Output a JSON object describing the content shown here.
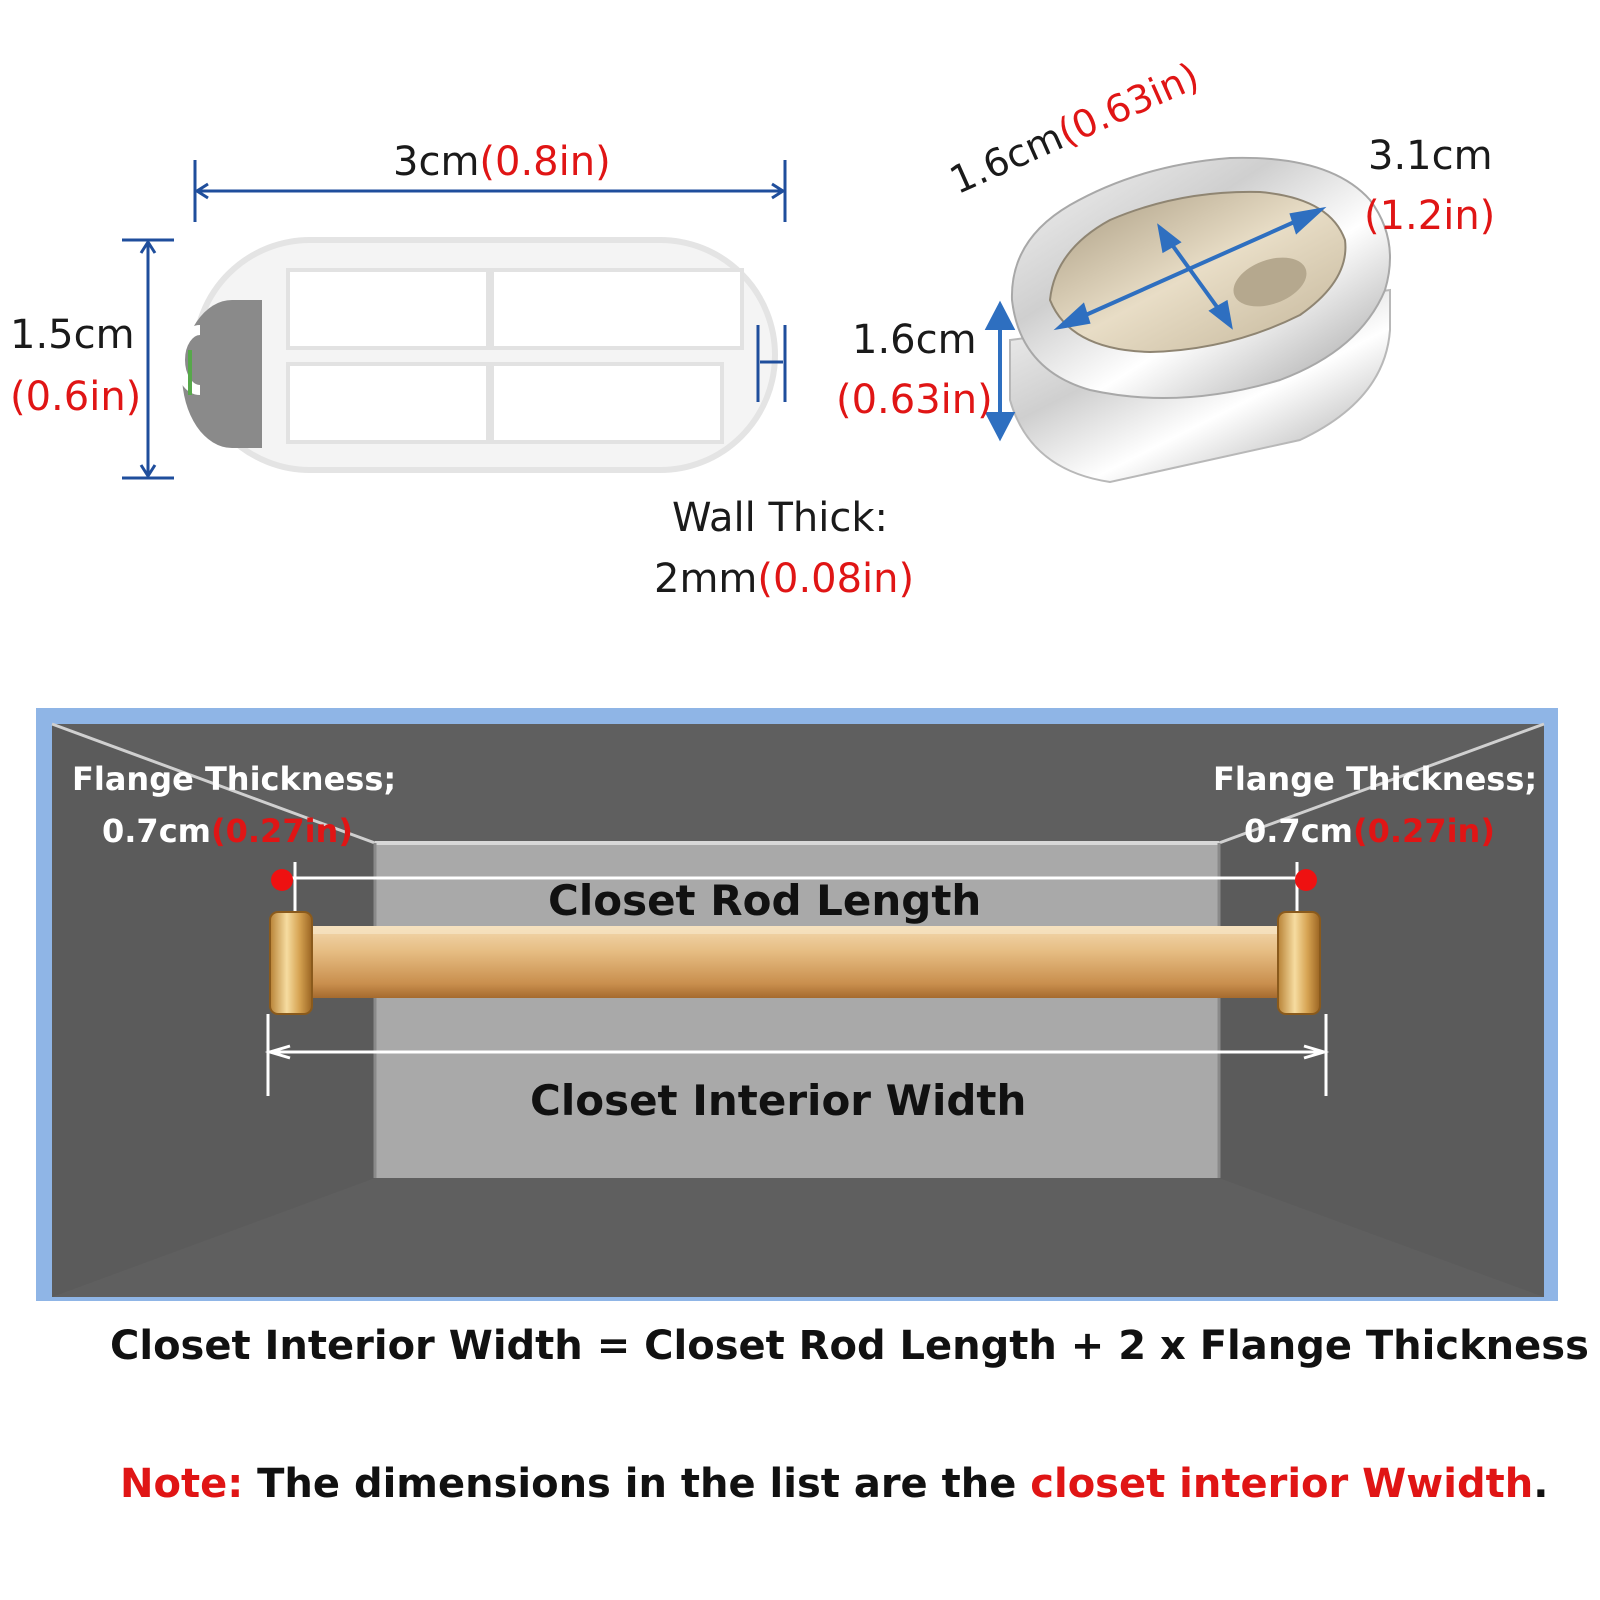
{
  "top_left": {
    "width": {
      "metric": "3cm",
      "imperial": "(0.8in)"
    },
    "height": {
      "metric": "1.5cm",
      "imperial": "(0.6in)"
    },
    "wall": {
      "label": "Wall Thick:",
      "metric": "2mm",
      "imperial": "(0.08in)"
    }
  },
  "top_right": {
    "diag": {
      "metric": "1.6cm",
      "imperial": "(0.63in)"
    },
    "length": {
      "metric": "3.1cm",
      "imperial": "(1.2in)"
    },
    "height": {
      "metric": "1.6cm",
      "imperial": "(0.63in)"
    }
  },
  "closet": {
    "flange_left": {
      "label": "Flange Thickness;",
      "metric": "0.7cm",
      "imperial": "(0.27in)"
    },
    "flange_right": {
      "label": "Flange Thickness;",
      "metric": "0.7cm",
      "imperial": "(0.27in)"
    },
    "rod_length_label": "Closet Rod Length",
    "interior_width_label": "Closet Interior Width"
  },
  "formula": "Closet Interior Width = Closet Rod Length + 2 x Flange Thickness",
  "note": {
    "prefix": "Note:",
    "middle": " The dimensions in the list are the ",
    "highlight": "closet interior Wwidth",
    "suffix": "."
  },
  "colors": {
    "accent_red": "#e01515",
    "dimension_blue": "#1f4e9c",
    "arrow_blue": "#2e6fc0",
    "rod_gold": "#d9a866",
    "wall_dark": "#5f5f5f",
    "back_gray": "#a9a9a9",
    "frame_blue": "#8fb5e6"
  }
}
